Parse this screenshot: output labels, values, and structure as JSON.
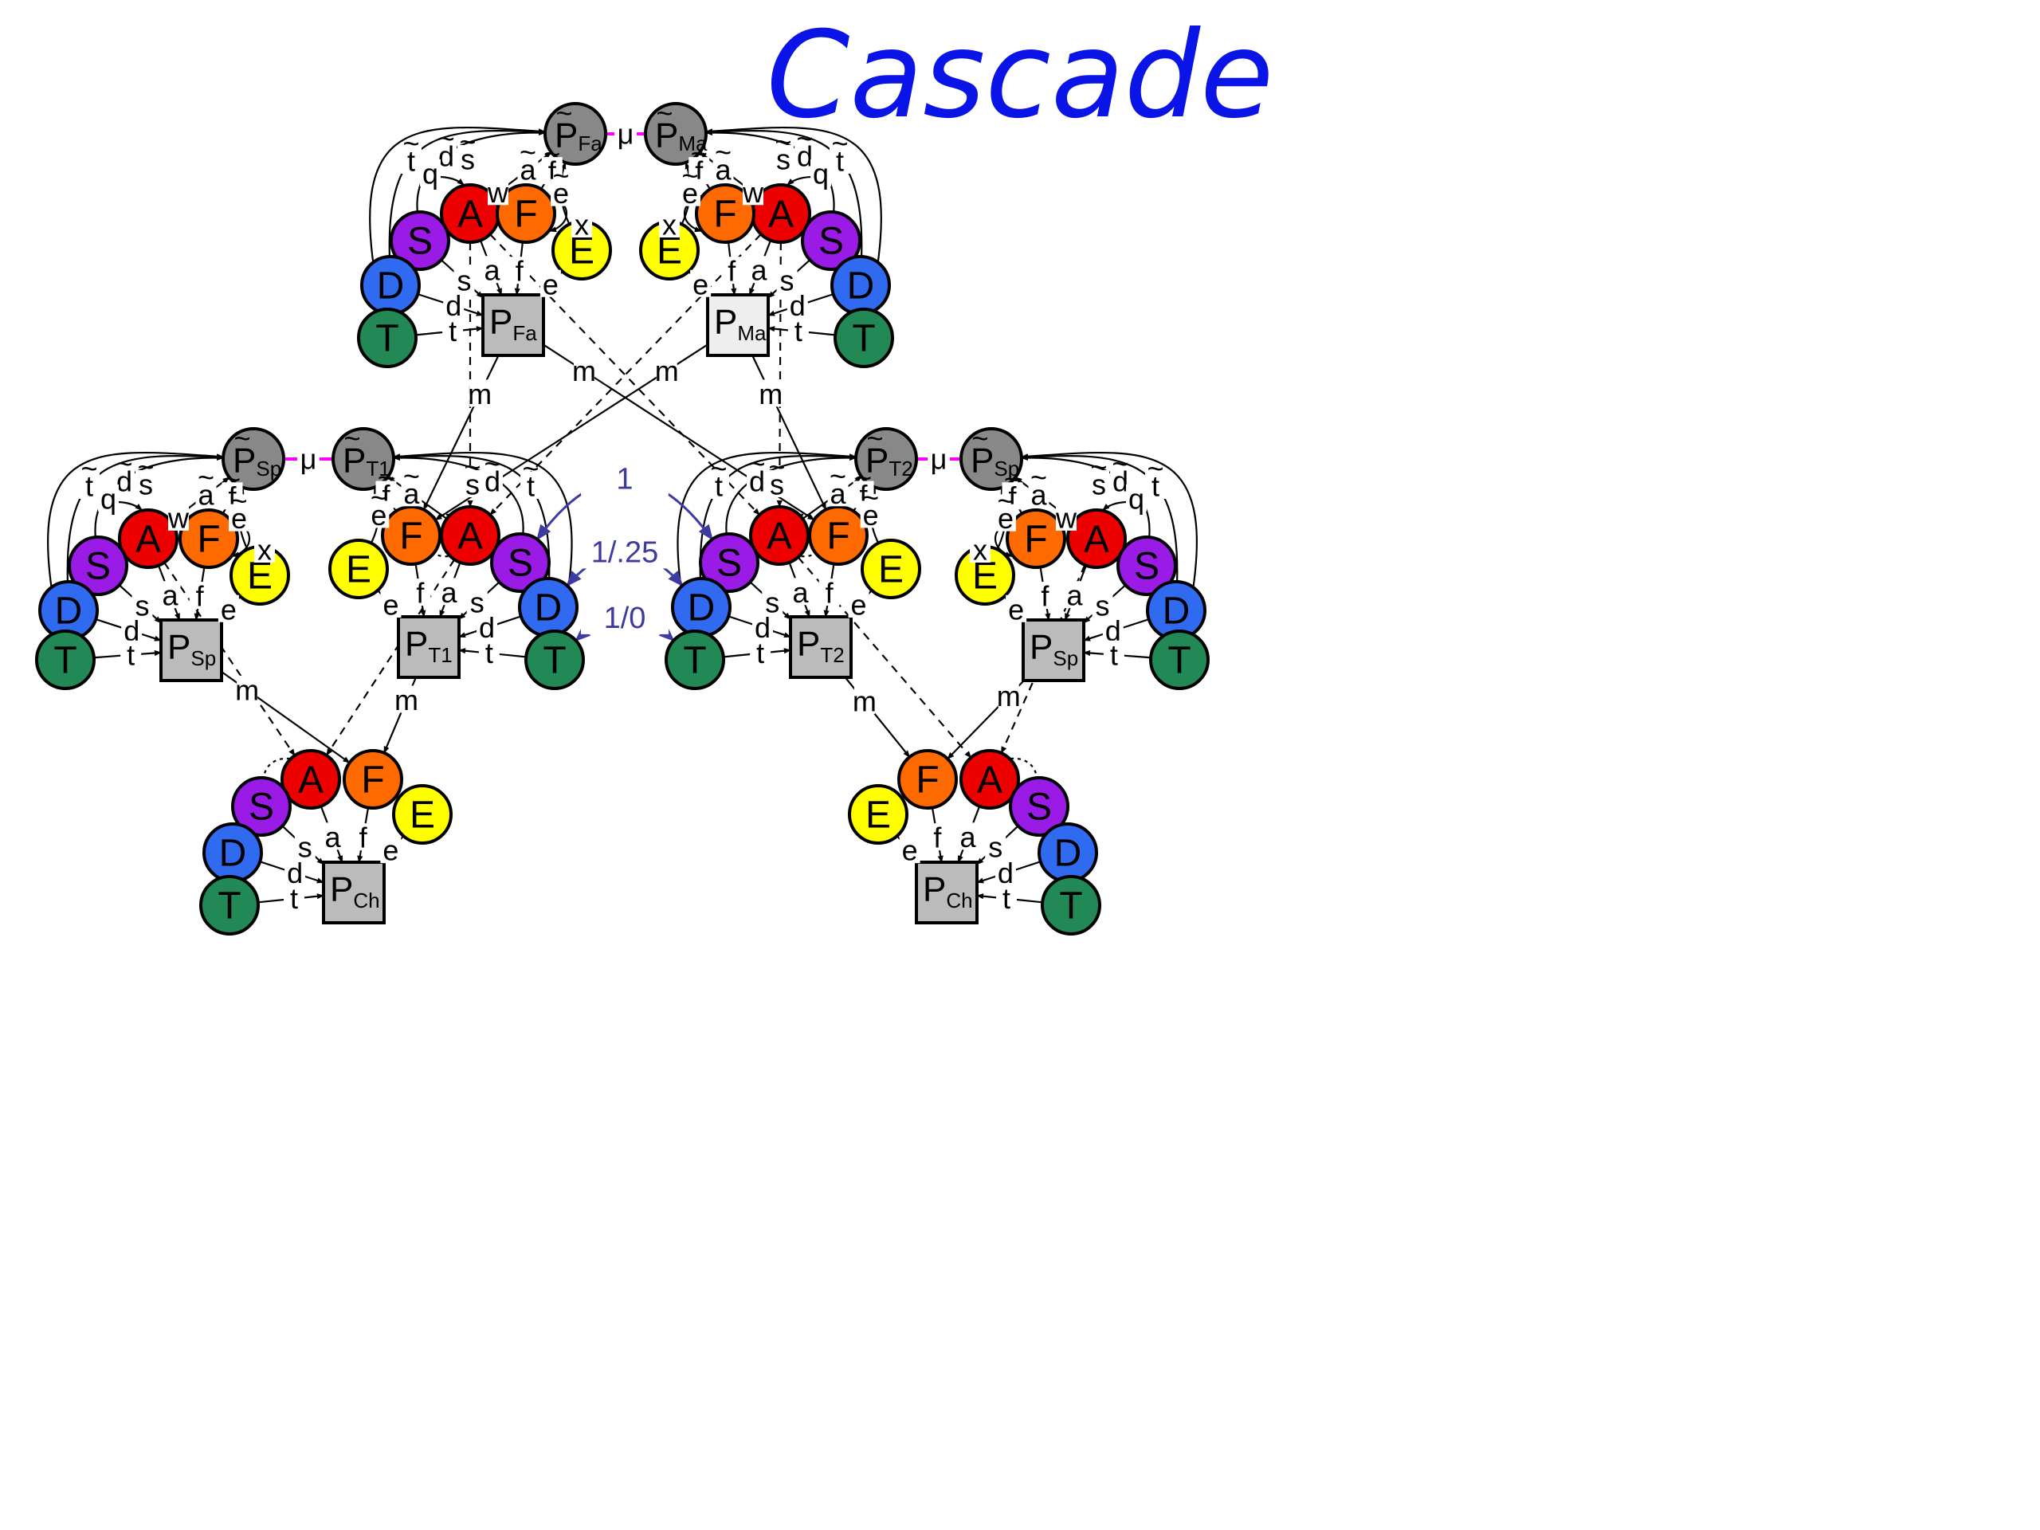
{
  "title": "Cascade",
  "colors": {
    "A": "#ee0000",
    "F": "#ff6a00",
    "E": "#ffff00",
    "S": "#9a1ae6",
    "D": "#2f6af0",
    "T": "#228855",
    "P_latent": "#888888",
    "P_box": "#bbbbbb",
    "P_box_light": "#eeeeee",
    "mu_link": "#ff00ff",
    "sibling_arrow": "#3c3ca0",
    "title": "#0a14e6"
  },
  "node_letters": {
    "A": "A",
    "F": "F",
    "E": "E",
    "S": "S",
    "D": "D",
    "T": "T",
    "P": "P"
  },
  "subscripts": {
    "Fa": "Fa",
    "Ma": "Ma",
    "Sp": "Sp",
    "T1": "T1",
    "T2": "T2",
    "Ch": "Ch"
  },
  "tilde": "~",
  "edge_labels": {
    "a": "a",
    "f": "f",
    "e": "e",
    "s": "s",
    "d": "d",
    "t": "t",
    "m": "m",
    "w": "w",
    "q": "q",
    "x": "x",
    "mu": "μ"
  },
  "sibling_correlations": [
    {
      "pair": "S",
      "label": "1"
    },
    {
      "pair": "D",
      "label": "1/.25"
    },
    {
      "pair": "T",
      "label": "1/0"
    }
  ]
}
